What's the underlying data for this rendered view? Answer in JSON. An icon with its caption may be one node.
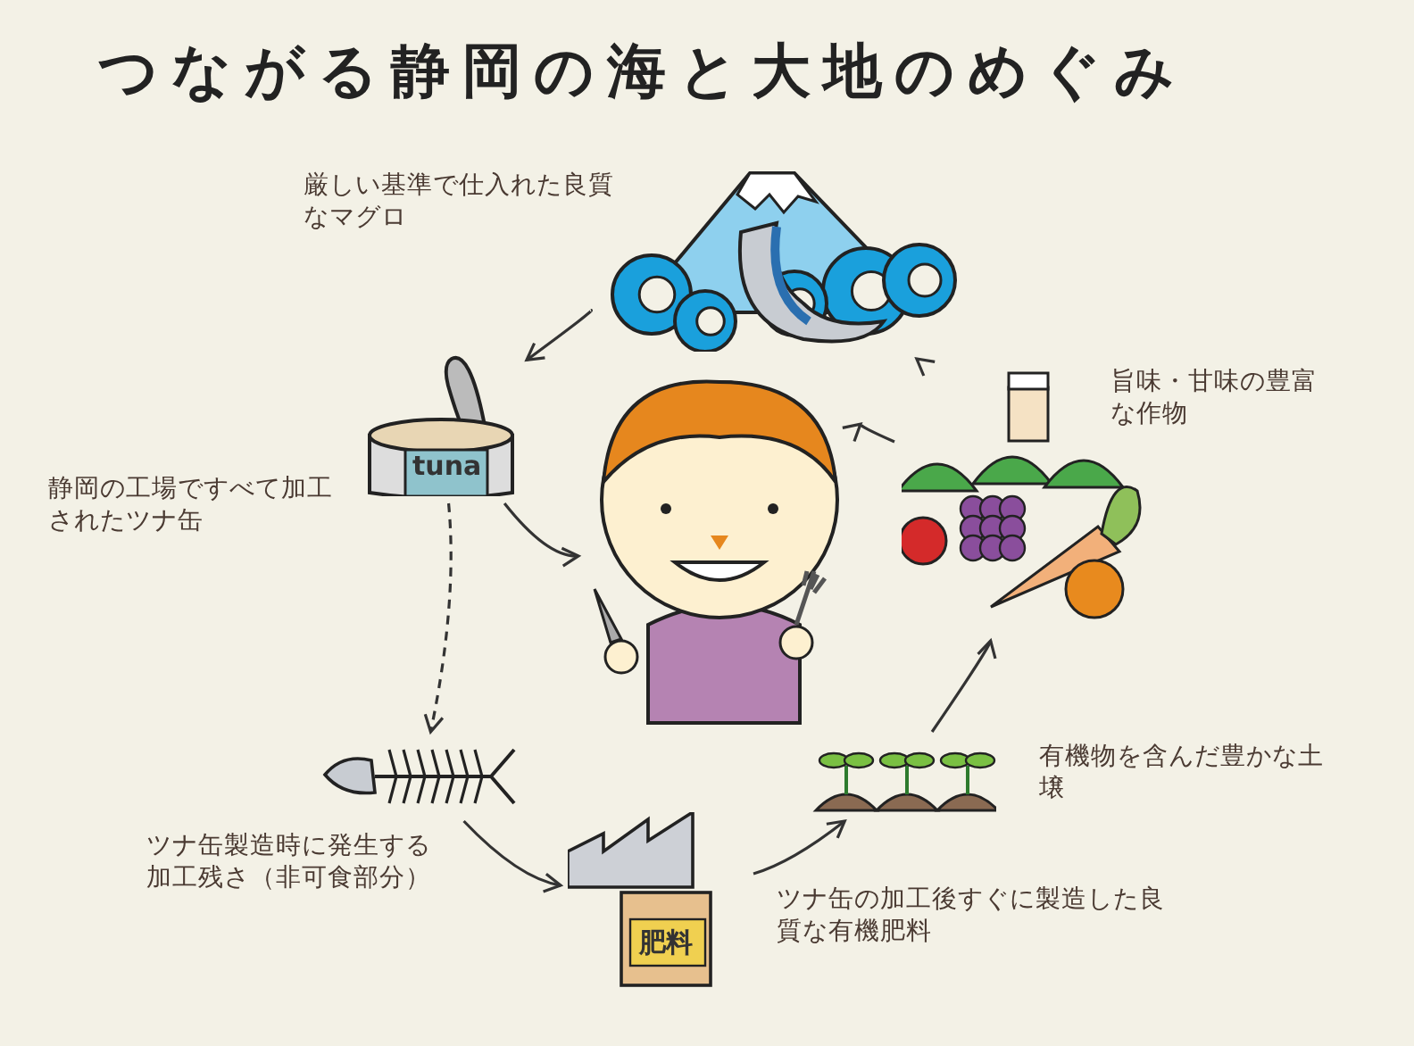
{
  "diagram": {
    "title": "つながる静岡の海と大地のめぐみ",
    "nodes": [
      {
        "text": [],
        "shape": "picture",
        "beside": [
          "厳しい基準で仕入れた良質なマグロ"
        ]
      },
      {
        "text": [
          "tuna"
        ],
        "beside": [
          "静岡の工場ですべて加工されたツナ缶"
        ]
      },
      {
        "text": [],
        "shape": "person"
      },
      {
        "text": [],
        "shape": "picture",
        "beside": [
          "ツナ缶製造時に発生する加工残さ（非可食部分）"
        ]
      },
      {
        "text": [
          "肥料"
        ],
        "beside": [
          "ツナ缶の加工後すぐに製造した良質な有機肥料"
        ]
      },
      {
        "text": [],
        "shape": "picture",
        "beside": [
          "有機物を含んだ豊かな土壌"
        ]
      },
      {
        "text": [],
        "shape": "picture",
        "beside": [
          "旨味・甘味の豊富な作物"
        ]
      }
    ],
    "edges": [
      {
        "from": 0,
        "to": 1,
        "arrow": "to"
      },
      {
        "from": 1,
        "to": 2,
        "arrow": "to"
      },
      {
        "from": 1,
        "to": 3,
        "arrow": "to",
        "style": "dashed"
      },
      {
        "from": 3,
        "to": 4,
        "arrow": "to"
      },
      {
        "from": 4,
        "to": 5,
        "arrow": "to"
      },
      {
        "from": 5,
        "to": 6,
        "arrow": "to"
      },
      {
        "from": 6,
        "to": 2,
        "arrow": "to"
      },
      {
        "from": 6,
        "to": 0,
        "arrow": "to",
        "style": "dashed"
      }
    ]
  }
}
